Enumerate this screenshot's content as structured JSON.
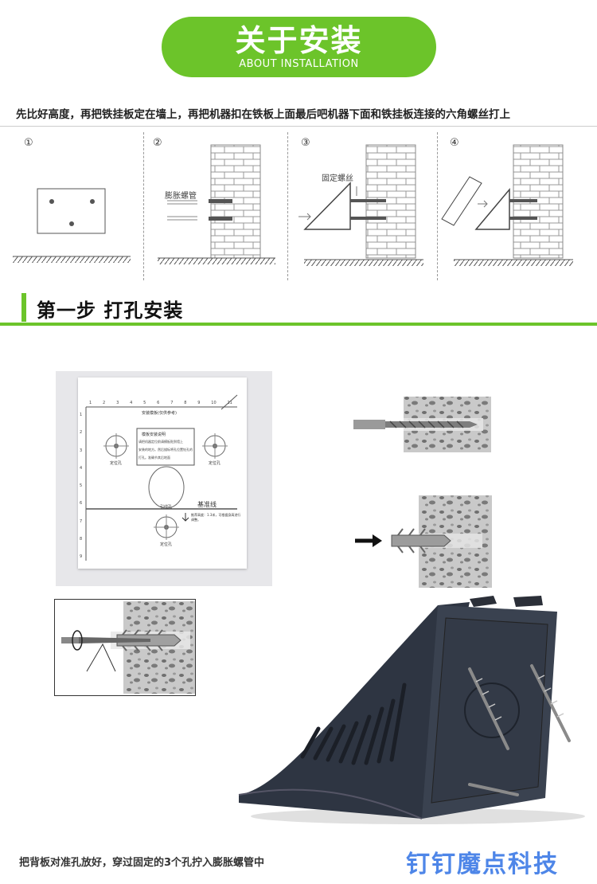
{
  "header": {
    "title": "关于安装",
    "subtitle": "ABOUT INSTALLATION"
  },
  "intro_text": "先比好高度，再把铁挂板定在墙上，再把机器扣在铁板上面最后吧机器下面和铁挂板连接的六角螺丝打上",
  "steps": [
    {
      "number": "①"
    },
    {
      "number": "②",
      "label": "膨胀螺管"
    },
    {
      "number": "③",
      "label": "固定螺丝"
    },
    {
      "number": "④"
    }
  ],
  "section": {
    "title": "第一步  打孔安装"
  },
  "template_sheet": {
    "header": "安装模板(仅供参考)",
    "note_title": "模板安装说明",
    "note_lines": [
      "请把机器定位前请模板贴到墙上",
      "安装的地方。然后描标将孔位置钻孔的",
      "打孔。准确节其后地面"
    ],
    "left_hole_label": "定位孔",
    "right_hole_label": "定位孔",
    "center_label": "引线孔",
    "baseline_label": "基准线",
    "baseline_note": "推荐高度：1.3米，可根据身高进行调整。",
    "bottom_hole_label": "定位孔",
    "ruler_top": [
      "1",
      "2",
      "3",
      "4",
      "5",
      "6",
      "7",
      "8",
      "9",
      "10",
      "11"
    ],
    "ruler_left": [
      "1",
      "2",
      "3",
      "4",
      "5",
      "6",
      "7",
      "8",
      "9"
    ]
  },
  "bottom_text": "把背板对准孔放好，穿过固定的3个孔拧入膨胀螺管中",
  "brand": "钉钉魔点科技",
  "colors": {
    "accent": "#6cc42a",
    "brand": "#4e86e8",
    "device": "#2c3340"
  }
}
